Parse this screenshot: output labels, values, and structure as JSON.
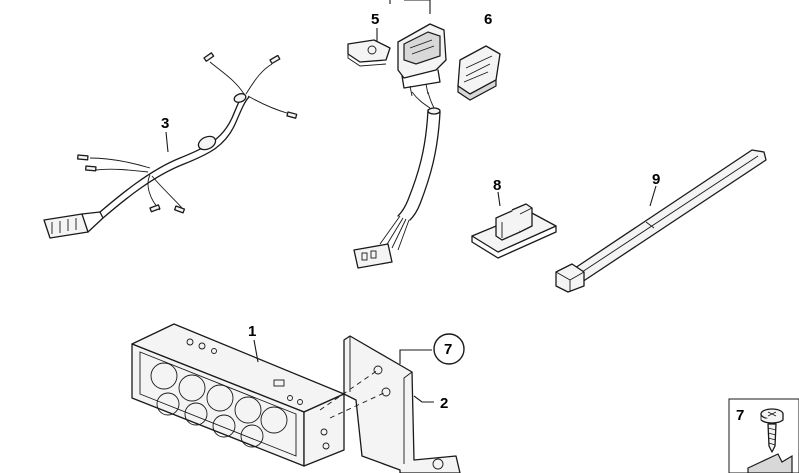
{
  "callouts": {
    "c1": "1",
    "c2": "2",
    "c3": "3",
    "c5": "5",
    "c6": "6",
    "c7_circle": "7",
    "c7_inset": "7",
    "c8": "8",
    "c9": "9"
  },
  "colors": {
    "line": "#1a1a1a",
    "background": "#ffffff"
  }
}
